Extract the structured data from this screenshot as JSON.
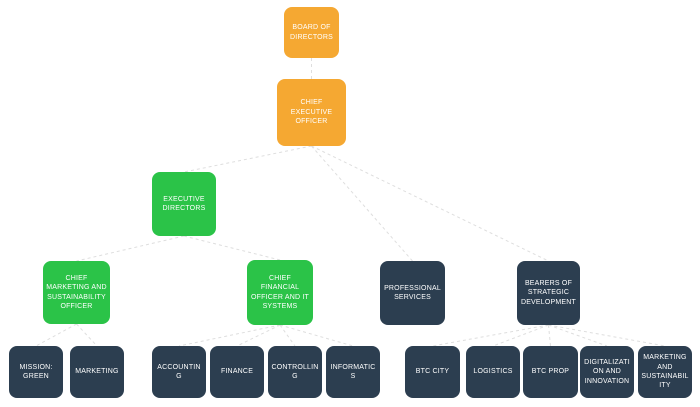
{
  "diagram": {
    "type": "org-chart",
    "colors": {
      "orange": "#F5A832",
      "green": "#2BC348",
      "navy": "#2C3E50",
      "connector": "#DEDEDE",
      "text": "#FFFFFF",
      "background": "#FFFFFF"
    },
    "nodes": [
      {
        "id": "board",
        "label": "BOARD OF DIRECTORS",
        "color": "orange"
      },
      {
        "id": "ceo",
        "label": "CHIEF EXECUTIVE OFFICER",
        "color": "orange"
      },
      {
        "id": "exec-directors",
        "label": "EXECUTIVE DIRECTORS",
        "color": "green"
      },
      {
        "id": "cmso",
        "label": "CHIEF MARKETING AND SUSTAINABILITY OFFICER",
        "color": "green"
      },
      {
        "id": "cfo-it",
        "label": "CHIEF FINANCIAL OFFICER AND IT SYSTEMS",
        "color": "green"
      },
      {
        "id": "professional-services",
        "label": "PROFESSIONAL SERVICES",
        "color": "navy"
      },
      {
        "id": "bearers",
        "label": "BEARERS OF STRATEGIC DEVELOPMENT",
        "color": "navy"
      },
      {
        "id": "mission-green",
        "label": "MISSION: GREEN",
        "color": "navy"
      },
      {
        "id": "marketing",
        "label": "MARKETING",
        "color": "navy"
      },
      {
        "id": "accounting",
        "label": "ACCOUNTING",
        "color": "navy"
      },
      {
        "id": "finance",
        "label": "FINANCE",
        "color": "navy"
      },
      {
        "id": "controlling",
        "label": "CONTROLLING",
        "color": "navy"
      },
      {
        "id": "informatics",
        "label": "INFORMATICS",
        "color": "navy"
      },
      {
        "id": "btc-city",
        "label": "BTC CITY",
        "color": "navy"
      },
      {
        "id": "logistics",
        "label": "LOGISTICS",
        "color": "navy"
      },
      {
        "id": "btc-prop",
        "label": "BTC PROP",
        "color": "navy"
      },
      {
        "id": "digitalization",
        "label": "DIGITALIZATION AND INNOVATION",
        "color": "navy"
      },
      {
        "id": "marketing-sustainability",
        "label": "MARKETING AND SUSTAINABILITY",
        "color": "navy"
      }
    ],
    "edges": [
      {
        "from": "board",
        "to": "ceo"
      },
      {
        "from": "ceo",
        "to": "exec-directors"
      },
      {
        "from": "ceo",
        "to": "professional-services"
      },
      {
        "from": "ceo",
        "to": "bearers"
      },
      {
        "from": "exec-directors",
        "to": "cmso"
      },
      {
        "from": "exec-directors",
        "to": "cfo-it"
      },
      {
        "from": "cmso",
        "to": "mission-green"
      },
      {
        "from": "cmso",
        "to": "marketing"
      },
      {
        "from": "cfo-it",
        "to": "accounting"
      },
      {
        "from": "cfo-it",
        "to": "finance"
      },
      {
        "from": "cfo-it",
        "to": "controlling"
      },
      {
        "from": "cfo-it",
        "to": "informatics"
      },
      {
        "from": "bearers",
        "to": "btc-city"
      },
      {
        "from": "bearers",
        "to": "logistics"
      },
      {
        "from": "bearers",
        "to": "btc-prop"
      },
      {
        "from": "bearers",
        "to": "digitalization"
      },
      {
        "from": "bearers",
        "to": "marketing-sustainability"
      }
    ]
  }
}
